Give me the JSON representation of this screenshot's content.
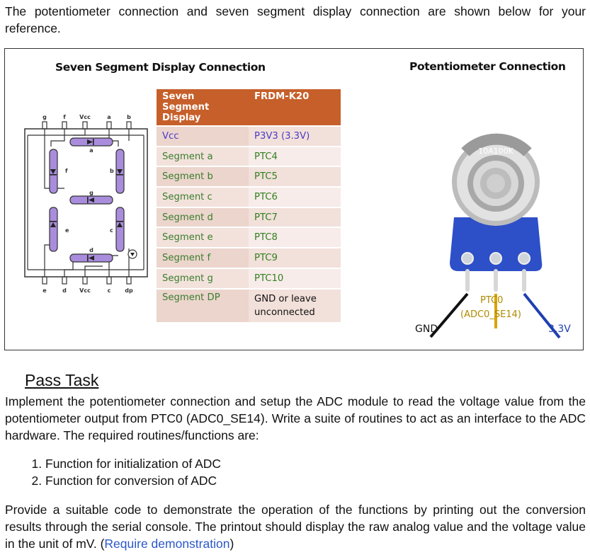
{
  "intro": "The potentiometer connection and seven segment display connection are shown below for your reference.",
  "figure": {
    "left_title": "Seven Segment Display Connection",
    "right_title": "Potentiometer Connection",
    "display_pins_top": [
      "g",
      "f",
      "Vcc",
      "a",
      "b"
    ],
    "display_pins_bottom": [
      "e",
      "d",
      "Vcc",
      "c",
      "dp"
    ],
    "segment_letters": [
      "a",
      "f",
      "b",
      "g",
      "e",
      "c",
      "d"
    ],
    "table": {
      "headers": [
        "Seven Segment Display",
        "FRDM-K20"
      ],
      "rows": [
        [
          "Vcc",
          "P3V3 (3.3V)"
        ],
        [
          "Segment a",
          "PTC4"
        ],
        [
          "Segment b",
          "PTC5"
        ],
        [
          "Segment c",
          "PTC6"
        ],
        [
          "Segment d",
          "PTC7"
        ],
        [
          "Segment e",
          "PTC8"
        ],
        [
          "Segment f",
          "PTC9"
        ],
        [
          "Segment g",
          "PTC10"
        ],
        [
          "Segment DP",
          "GND or leave unconnected"
        ]
      ]
    },
    "pot_marking": "10A100K",
    "wire_labels": {
      "gnd": "GND",
      "signal_1": "PTC0",
      "signal_2": "(ADC0_SE14)",
      "vcc": "3.3V"
    },
    "colors": {
      "table_header": "#c65f2a",
      "segment": "#a98ddc",
      "wire_signal": "#d9a400",
      "wire_vcc": "#1f3fb0",
      "pot_board": "#2d4fc8"
    }
  },
  "pass_task": {
    "heading": "Pass Task",
    "paragraph": "Implement the potentiometer connection and setup the ADC module to read the voltage value from the potentiometer output from PTC0 (ADC0_SE14). Write a suite of routines to act as an interface to the ADC hardware. The required routines/functions are:",
    "list": [
      "Function for initialization of ADC",
      "Function for conversion of ADC"
    ],
    "closing": "Provide a suitable code to demonstrate the operation of the functions by printing out the conversion results through the serial console. The printout should display the raw analog value and the voltage value in the unit of mV. (",
    "closing_link": "Require demonstration",
    "closing_end": ")"
  }
}
